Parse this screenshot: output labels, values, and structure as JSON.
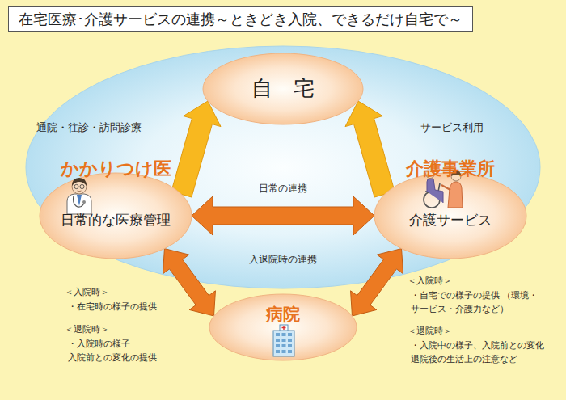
{
  "diagram": {
    "title": "在宅医療･介護サービスの連携～ときどき入院、できるだけ自宅で～",
    "nodes": [
      {
        "text": [
          "自　宅"
        ]
      },
      {
        "text": [
          "かかりつけ医",
          "日常的な医療管理"
        ]
      },
      {
        "text": [
          "介護事業所",
          "介護サービス"
        ]
      },
      {
        "text": [
          "病院"
        ]
      }
    ],
    "edges": [
      {
        "from": 1,
        "to": 0,
        "arrow": "to",
        "label": "通院・往診・訪問診療"
      },
      {
        "from": 2,
        "to": 0,
        "arrow": "to",
        "label": "サービス利用"
      },
      {
        "from": 1,
        "to": 2,
        "arrow": "both",
        "label": "日常の連携"
      },
      {
        "from": 1,
        "to": 3,
        "arrow": "both"
      },
      {
        "from": 2,
        "to": 3,
        "arrow": "both"
      }
    ],
    "labels": [
      "入退院時の連携",
      "＜入院時＞",
      "・在宅時の様子の提供",
      "＜退院時＞",
      "・入院時の様子 入院前との変化の提供",
      "＜入院時＞",
      "・自宅での様子の提供 （環境・サービス・介護力など）",
      "＜退院時＞",
      "・入院中の様子、入院前との変化 退院後の生活上の注意など"
    ]
  }
}
